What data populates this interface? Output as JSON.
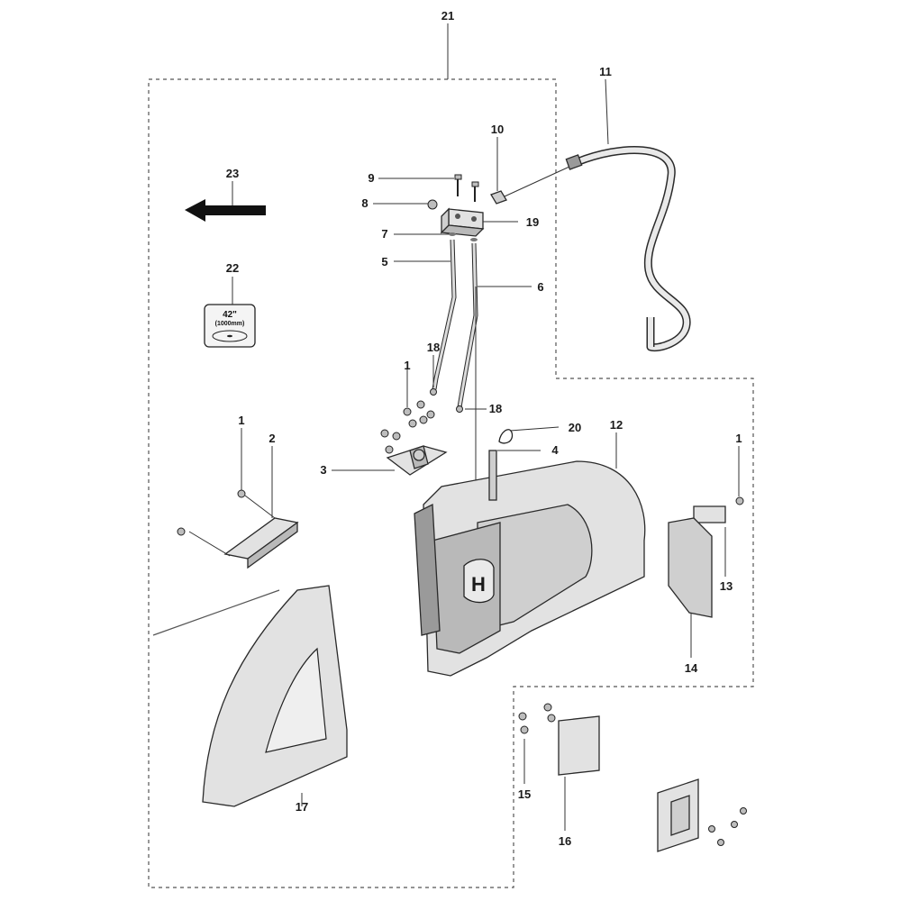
{
  "callouts": {
    "c21": "21",
    "c11": "11",
    "c10": "10",
    "c9": "9",
    "c8": "8",
    "c19": "19",
    "c7": "7",
    "c5": "5",
    "c6": "6",
    "c23": "23",
    "c22": "22",
    "c18a": "18",
    "c18b": "18",
    "c1a": "1",
    "c1b": "1",
    "c1c": "1",
    "c2": "2",
    "c3": "3",
    "c20": "20",
    "c4": "4",
    "c12": "12",
    "c13": "13",
    "c14": "14",
    "c15": "15",
    "c16": "16",
    "c17": "17"
  },
  "label_22": {
    "size": "42\"",
    "metric": "(1000mm)"
  }
}
